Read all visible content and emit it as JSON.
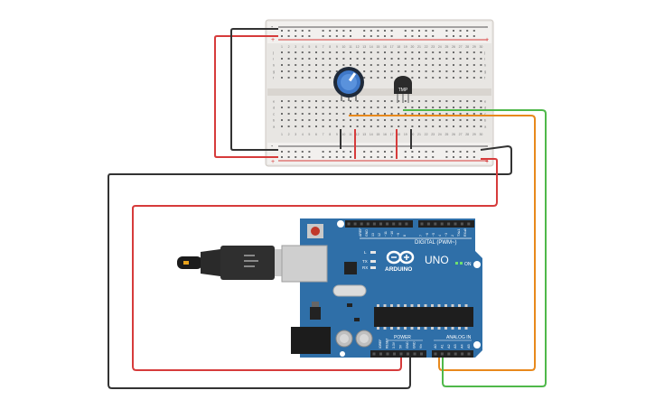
{
  "breadboard": {
    "rail_minus": "-",
    "rail_plus": "+",
    "col_numbers": [
      "1",
      "2",
      "3",
      "4",
      "5",
      "6",
      "7",
      "8",
      "9",
      "10",
      "11",
      "12",
      "13",
      "14",
      "15",
      "16",
      "17",
      "18",
      "19",
      "20",
      "21",
      "22",
      "23",
      "24",
      "25",
      "26",
      "27",
      "28",
      "29",
      "30"
    ],
    "rows_top": [
      "a",
      "b",
      "c",
      "d",
      "e"
    ],
    "rows_bottom": [
      "f",
      "g",
      "h",
      "i",
      "j"
    ]
  },
  "sensor": {
    "label": "TMP"
  },
  "arduino": {
    "brand": "ARDUINO",
    "model": "UNO",
    "on_label": "ON",
    "tx_label": "TX",
    "rx_label": "RX",
    "l_label": "L",
    "digital_label": "DIGITAL (PWM~)",
    "power_label": "POWER",
    "analog_label": "ANALOG IN",
    "top_pin_labels": [
      "AREF",
      "GND",
      "13",
      "12",
      "~11",
      "~10",
      "~9",
      "8",
      "7",
      "~6",
      "~5",
      "4",
      "~3",
      "2",
      "TX▸1",
      "RX◂0"
    ],
    "power_pin_labels": [
      "IOREF",
      "RESET",
      "3.3V",
      "5V",
      "GND",
      "GND",
      "Vin"
    ],
    "analog_pin_labels": [
      "A0",
      "A1",
      "A2",
      "A3",
      "A4",
      "A5"
    ]
  },
  "wires": [
    {
      "name": "wire-red-5v",
      "color": "#d63b3b"
    },
    {
      "name": "wire-black-gnd",
      "color": "#333333"
    },
    {
      "name": "wire-orange-a0",
      "color": "#e8891c"
    },
    {
      "name": "wire-green-a1",
      "color": "#4fb84a"
    }
  ]
}
